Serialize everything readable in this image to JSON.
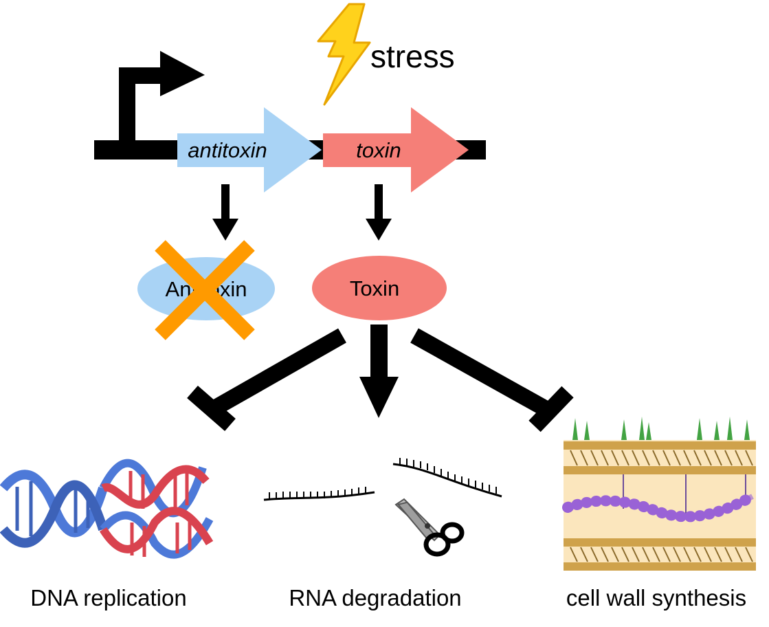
{
  "labels": {
    "stress": "stress",
    "antitoxin_gene": "antitoxin",
    "toxin_gene": "toxin",
    "antitoxin_protein": "Antitoxin",
    "toxin_protein": "Toxin",
    "dna_replication": "DNA replication",
    "rna_degradation": "RNA degradation",
    "cell_wall_synthesis": "cell wall synthesis"
  },
  "colors": {
    "antitoxin": "#a9d3f5",
    "toxin": "#f57f78",
    "cross": "#ff9a00",
    "bolt_fill": "#ffd21c",
    "bolt_stroke": "#e8a600",
    "dna_blue": "#4d79d8",
    "dna_red": "#d9434f",
    "membrane_head": "#cfa24b",
    "membrane_fill": "#fbe6bd",
    "glycan": "#9a62d6",
    "sugar_chain": "#43a343",
    "line": "#000000"
  },
  "icons": {
    "promoter": "promoter-arrow-icon",
    "stress": "lightning-bolt-icon",
    "inactivation": "cross-icon",
    "rna_cut": "scissors-icon",
    "dna": "dna-double-helix-icon",
    "cell_wall": "cell-wall-membrane-icon"
  }
}
